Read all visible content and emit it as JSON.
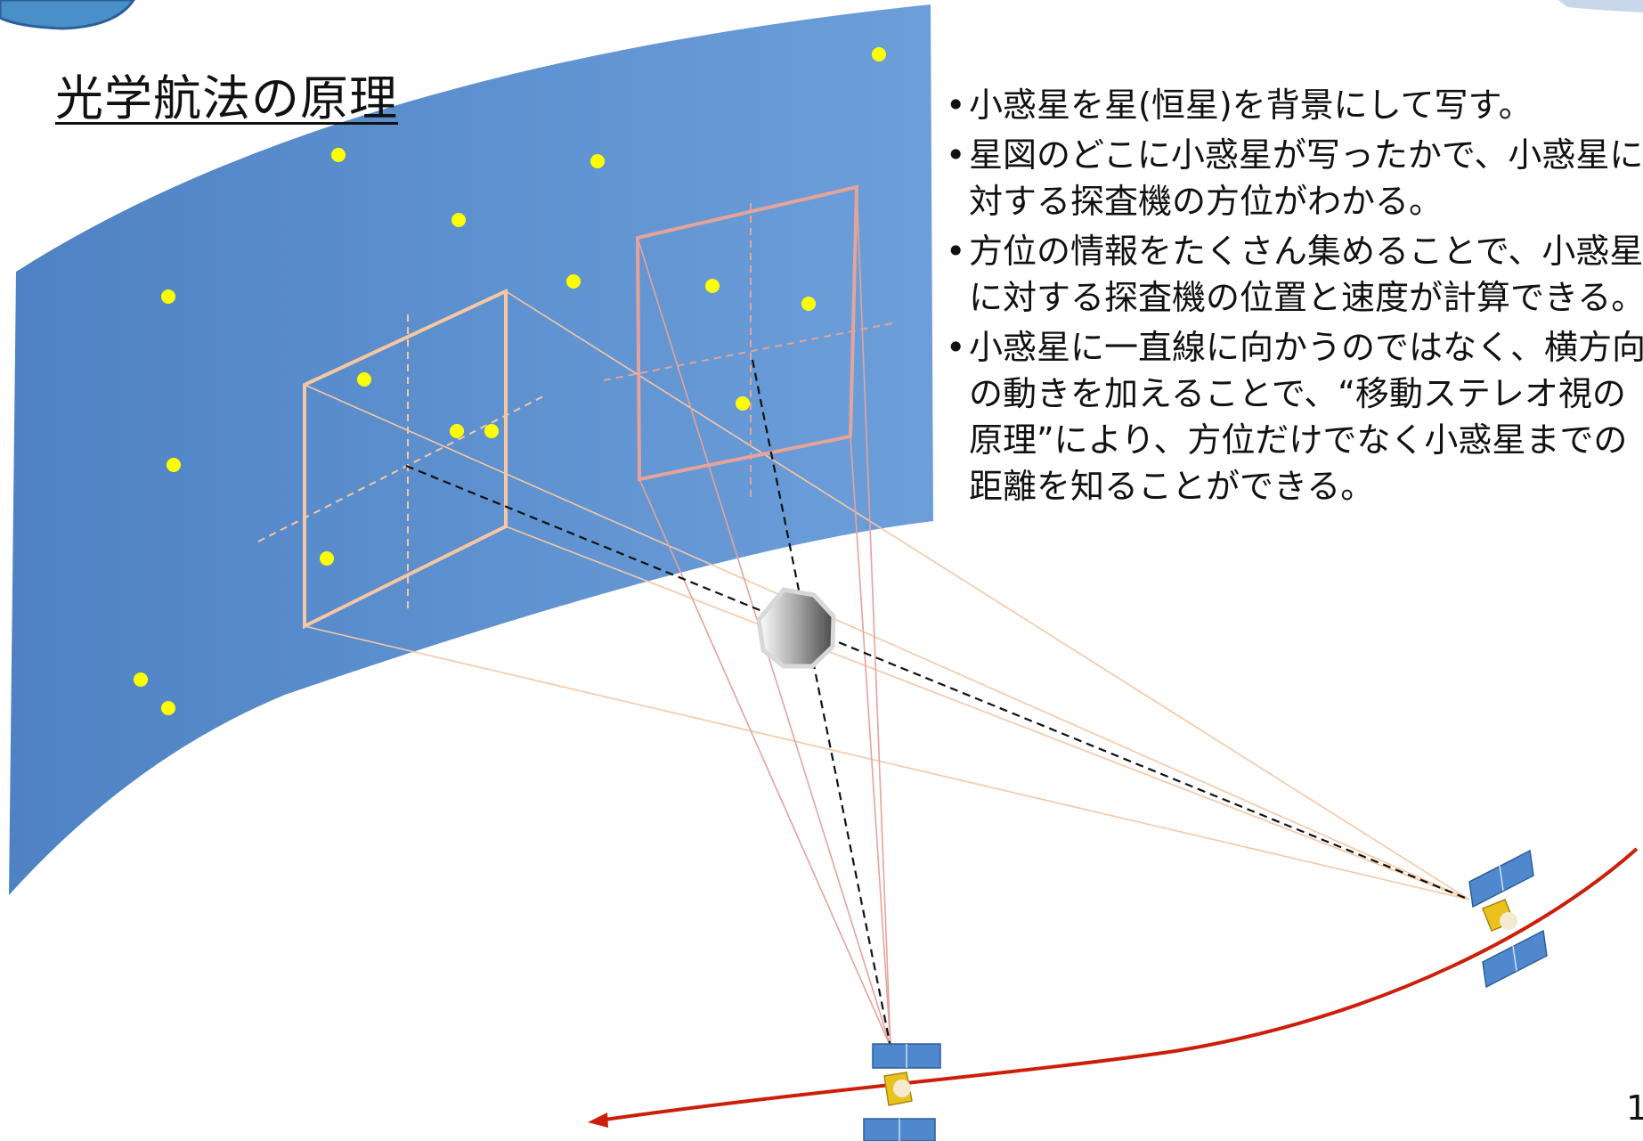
{
  "title": "光学航法の原理",
  "bullets": [
    "小惑星を星(恒星)を背景にして写す。",
    "星図のどこに小惑星が写ったかで、小惑星に対する探査機の方位がわかる。",
    "方位の情報をたくさん集めることで、小惑星に対する探査機の位置と速度が計算できる。",
    "小惑星に一直線に向かうのではなく、横方向の動きを加えることで、“移動ステレオ視の原理”により、方位だけでなく小惑星までの距離を知ることができる。"
  ],
  "page_number": "1",
  "colors": {
    "sky": "#5b8fd0",
    "star": "#ffff00",
    "frame_left": "#f7c7a4",
    "frame_right": "#e5a39a",
    "trajectory": "#cc1e0a",
    "asteroid": "#9a9a9a"
  },
  "icons": {
    "asteroid": "asteroid-icon",
    "spacecraft": "spacecraft-icon",
    "logo": "logo-icon"
  }
}
